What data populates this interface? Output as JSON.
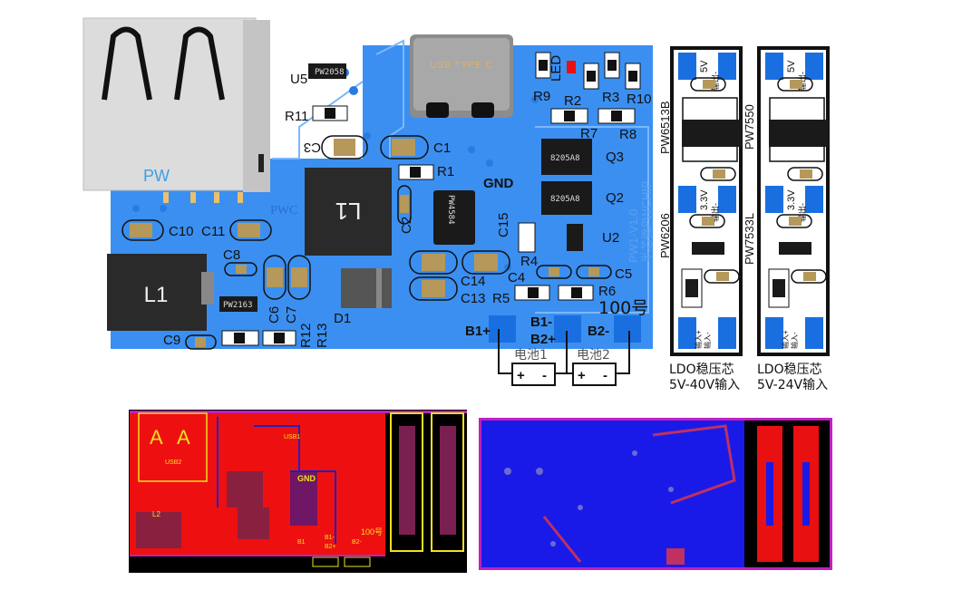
{
  "top_render": {
    "usb_a_label": "PW",
    "usb_c_label": "USB TYPE C",
    "silk_pwc": "PWC",
    "components": {
      "U5": "U5",
      "U5_chip": "PW2058",
      "R11": "R11",
      "C3": "C3",
      "C1": "C1",
      "R1": "R1",
      "GND": "GND",
      "U1_chip": "PW4584",
      "C2": "C2",
      "C15": "C15",
      "L1_main": "L1",
      "L1_left": "L1",
      "C14": "C14",
      "C13": "C13",
      "R5": "R5",
      "D1": "D1",
      "Q3": "Q3",
      "Q3_chip": "8205A8",
      "Q2": "Q2",
      "Q2_chip": "8205A8",
      "U2": "U2",
      "R4": "R4",
      "C4": "C4",
      "C5": "C5",
      "R6": "R6",
      "board_no": "100号",
      "R9": "R9",
      "R2": "R2",
      "R3": "R3",
      "R10": "R10",
      "R7": "R7",
      "R8": "R8",
      "LED": "LED",
      "C10": "C10",
      "C11": "C11",
      "C8": "C8",
      "C9": "C9",
      "C6": "C6",
      "C7": "C7",
      "R12": "R12",
      "R13": "R13",
      "U3_chip": "PW2163",
      "version": "PW1-V1.0",
      "brand": "半芯微PWCHIP"
    },
    "battery": {
      "b1_plus": "B1+",
      "b1_minus": "B1-",
      "b2_plus": "B2+",
      "b2_minus": "B2-",
      "cell1": "电池1",
      "cell2": "电池2",
      "plus": "+",
      "minus": "-"
    }
  },
  "ldo_modules": [
    {
      "top_chip": "PW6513B",
      "bottom_chip": "PW6206",
      "out5": "5V",
      "out33": "3.3V",
      "out_word": "输出-",
      "in_plus": "输入+",
      "in_minus": "输入-",
      "title": "LDO稳压芯",
      "range": "5V-40V输入"
    },
    {
      "top_chip": "PW7550",
      "bottom_chip": "PW7533L",
      "out5": "5V",
      "out33": "3.3V",
      "out_word": "输出-",
      "in_plus": "输入+",
      "in_minus": "输入-",
      "title": "LDO稳压芯",
      "range": "5V-24V输入"
    }
  ],
  "layout_top": {
    "usb_label": "USB2",
    "usb_c": "USB1",
    "L2": "L2",
    "gnd": "GND",
    "board_no": "100号",
    "b1": "B1",
    "b1m": "B1-",
    "b2p": "B2+",
    "b2m": "B2-"
  },
  "colors": {
    "board": "#3b8ff0",
    "copper_top": "#f01010",
    "copper_bottom": "#1010e0",
    "silk": "#f0e020"
  }
}
